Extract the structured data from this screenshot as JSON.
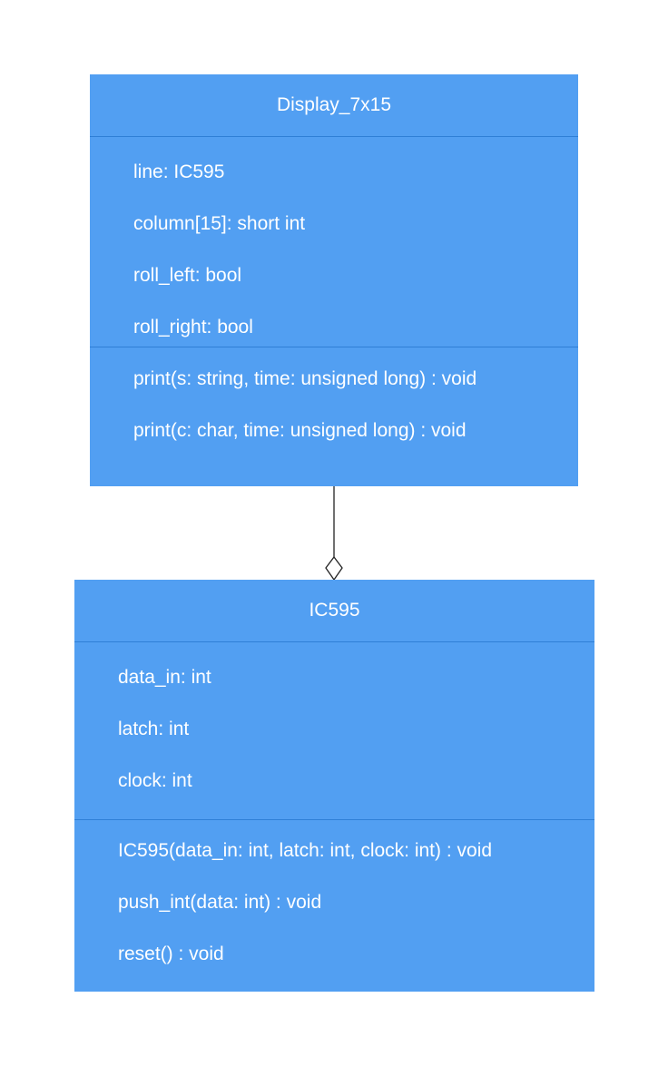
{
  "classes": [
    {
      "name": "Display_7x15",
      "attributes": [
        "line: IC595",
        "column[15]: short int",
        "roll_left: bool",
        "roll_right: bool"
      ],
      "operations": [
        "print(s: string, time: unsigned long) : void",
        "print(c: char, time: unsigned long) : void"
      ]
    },
    {
      "name": "IC595",
      "attributes": [
        "data_in: int",
        "latch: int",
        "clock: int"
      ],
      "operations": [
        "IC595(data_in: int, latch: int, clock: int) : void",
        "push_int(data: int) : void",
        "reset() : void"
      ]
    }
  ],
  "relationship": {
    "type": "aggregation",
    "from": "Display_7x15",
    "to": "IC595"
  },
  "colors": {
    "class_fill": "#529ff2",
    "divider": "#2f7fd6",
    "text": "#ffffff",
    "connector": "#222222"
  }
}
